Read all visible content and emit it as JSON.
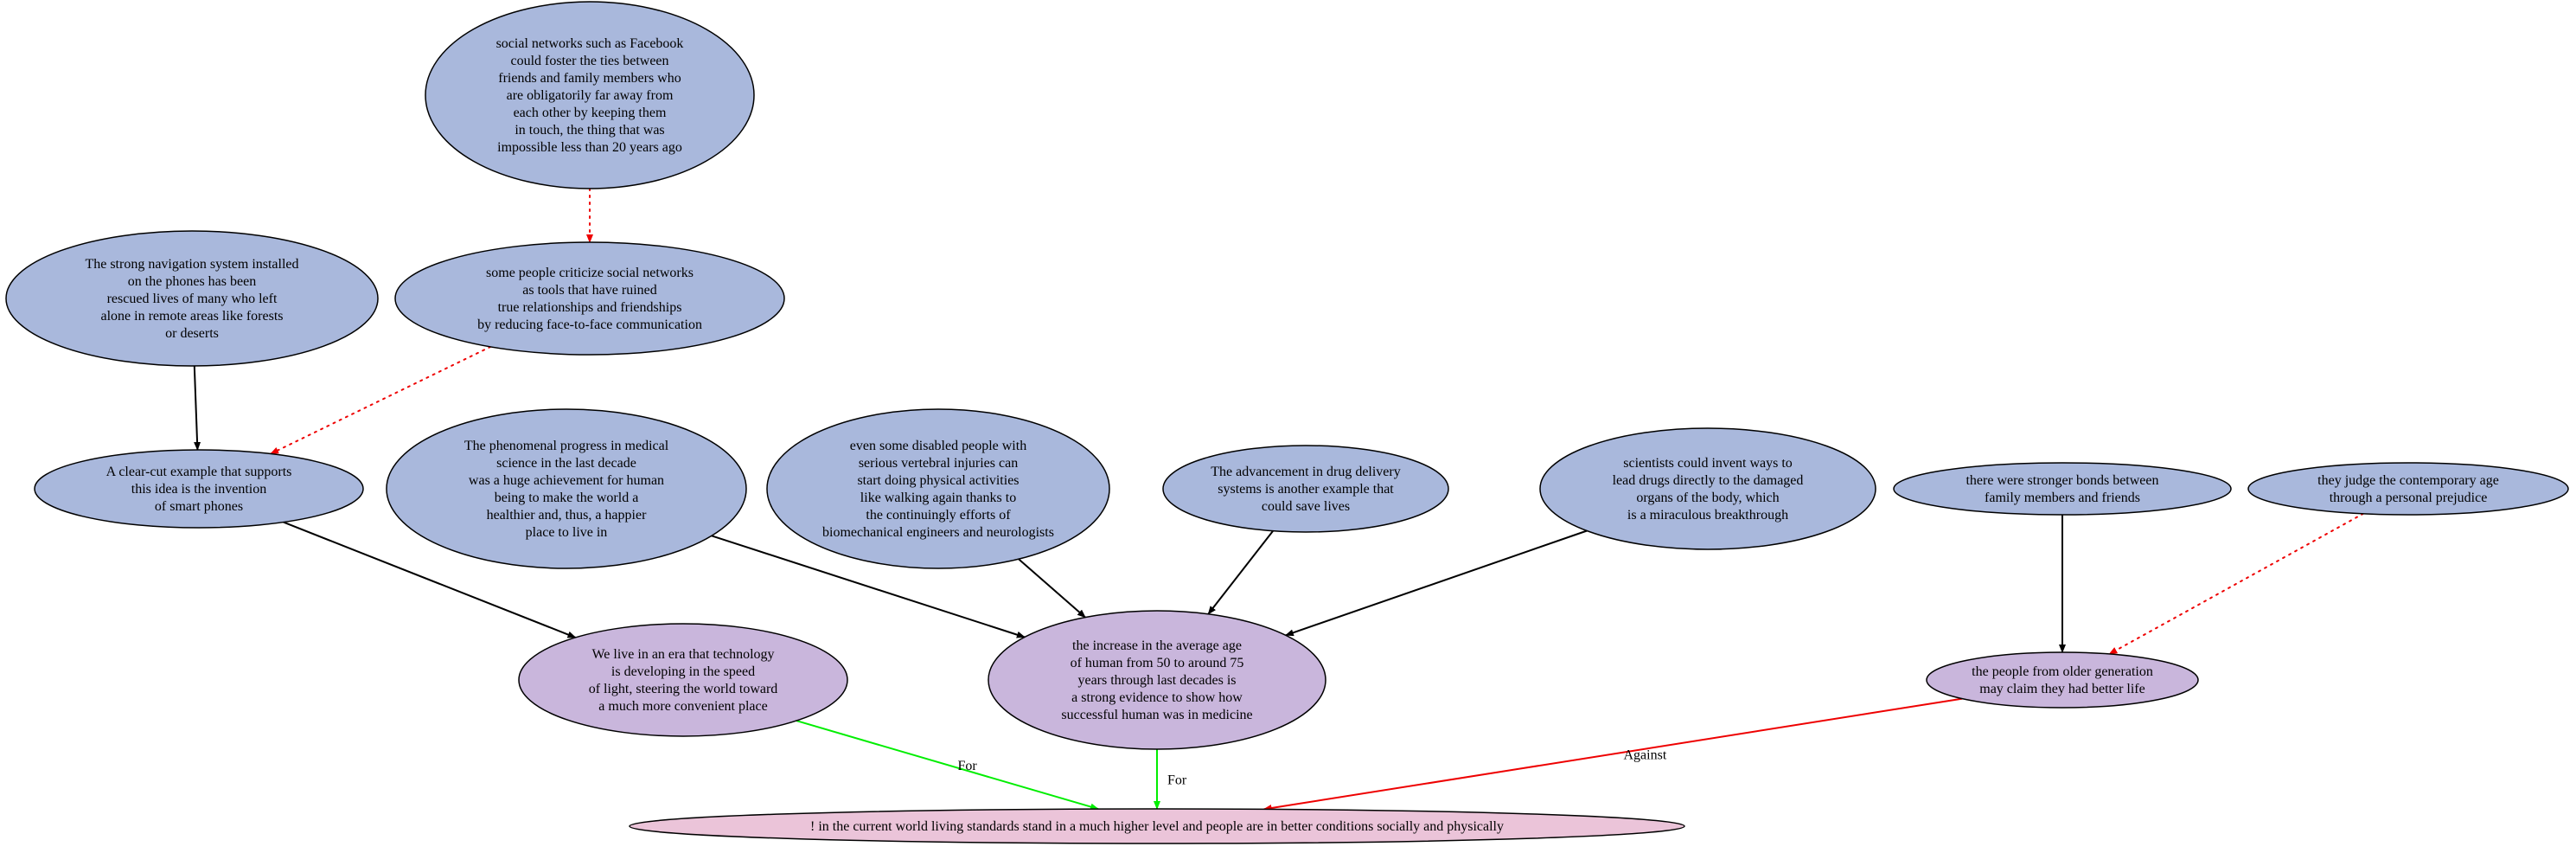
{
  "colors": {
    "premise_fill": "#a9b8dc",
    "claim_fill": "#c9b6dc",
    "conclusion_fill": "#ebc4d9",
    "stroke": "#000000",
    "support_edge": "#000000",
    "for_edge": "#00ee00",
    "against_edge": "#ee0000",
    "attack_edge": "#ee0000"
  },
  "nodes": {
    "n_social_networks": {
      "kind": "premise",
      "lines": [
        "social networks such as Facebook",
        "could foster the ties between",
        "friends and family members who",
        "are obligatorily far away from",
        "each other by keeping them",
        "in touch, the thing that was",
        "impossible less than 20 years ago"
      ]
    },
    "n_criticize": {
      "kind": "premise",
      "lines": [
        "some people criticize social networks",
        "as tools that have ruined",
        "true relationships and friendships",
        "by reducing face-to-face communication"
      ]
    },
    "n_navigation": {
      "kind": "premise",
      "lines": [
        "The strong navigation system installed",
        "on the phones has been",
        "rescued lives of many who left",
        "alone in remote areas like forests",
        "or deserts"
      ]
    },
    "n_smartphones": {
      "kind": "premise",
      "lines": [
        "A clear-cut example that supports",
        "this idea is the invention",
        "of smart phones"
      ]
    },
    "n_medical": {
      "kind": "premise",
      "lines": [
        "The phenomenal progress in medical",
        "science in the last decade",
        "was a huge achievement for human",
        "being to make the world a",
        "healthier and, thus, a happier",
        "place to live in"
      ]
    },
    "n_disabled": {
      "kind": "premise",
      "lines": [
        "even some disabled people with",
        "serious vertebral injuries can",
        "start doing physical activities",
        "like walking again thanks to",
        "the continuingly efforts of",
        "biomechanical engineers and neurologists"
      ]
    },
    "n_drug": {
      "kind": "premise",
      "lines": [
        "The advancement in drug delivery",
        "systems is another example that",
        "could save lives"
      ]
    },
    "n_scientists": {
      "kind": "premise",
      "lines": [
        "scientists could invent ways to",
        "lead drugs directly to the damaged",
        "organs of the body, which",
        "is a miraculous breakthrough"
      ]
    },
    "n_bonds": {
      "kind": "premise",
      "lines": [
        "there were stronger bonds between",
        "family members and friends"
      ]
    },
    "n_judge": {
      "kind": "premise",
      "lines": [
        "they judge the contemporary age",
        "through a personal prejudice"
      ]
    },
    "n_era": {
      "kind": "claim",
      "lines": [
        "We live in an era that technology",
        "is developing in the speed",
        "of light, steering the world toward",
        "a much more convenient place"
      ]
    },
    "n_lifespan": {
      "kind": "claim",
      "lines": [
        "the increase in the average age",
        "of human from 50 to around 75",
        "years through last decades is",
        "a strong evidence to show how",
        "successful human was in medicine"
      ]
    },
    "n_older": {
      "kind": "claim",
      "lines": [
        "the people from older generation",
        "may claim they had better life"
      ]
    },
    "n_conclusion": {
      "kind": "conclusion",
      "lines": [
        "! in the current world living standards stand in a much higher level and people are in better conditions socially and physically"
      ]
    }
  },
  "edges": [
    {
      "from": "n_social_networks",
      "to": "n_criticize",
      "type": "attack",
      "label": ""
    },
    {
      "from": "n_criticize",
      "to": "n_smartphones",
      "type": "attack",
      "label": ""
    },
    {
      "from": "n_navigation",
      "to": "n_smartphones",
      "type": "support",
      "label": ""
    },
    {
      "from": "n_smartphones",
      "to": "n_era",
      "type": "support",
      "label": ""
    },
    {
      "from": "n_medical",
      "to": "n_lifespan",
      "type": "support",
      "label": ""
    },
    {
      "from": "n_disabled",
      "to": "n_lifespan",
      "type": "support",
      "label": ""
    },
    {
      "from": "n_drug",
      "to": "n_lifespan",
      "type": "support",
      "label": ""
    },
    {
      "from": "n_scientists",
      "to": "n_lifespan",
      "type": "support",
      "label": ""
    },
    {
      "from": "n_bonds",
      "to": "n_older",
      "type": "support",
      "label": ""
    },
    {
      "from": "n_judge",
      "to": "n_older",
      "type": "attack",
      "label": ""
    },
    {
      "from": "n_era",
      "to": "n_conclusion",
      "type": "for",
      "label": "For"
    },
    {
      "from": "n_lifespan",
      "to": "n_conclusion",
      "type": "for",
      "label": "For"
    },
    {
      "from": "n_older",
      "to": "n_conclusion",
      "type": "against",
      "label": "Against"
    }
  ]
}
